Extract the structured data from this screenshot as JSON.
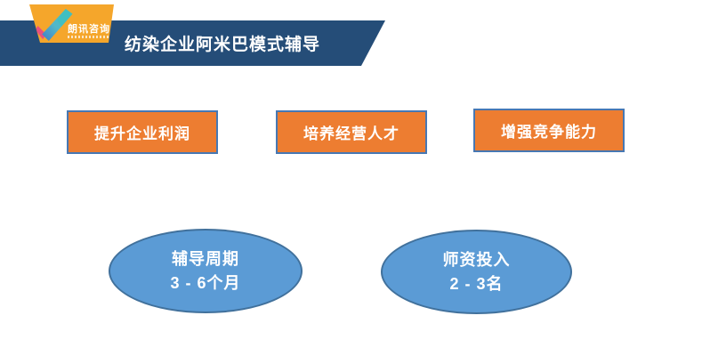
{
  "slide": {
    "logo": {
      "brand": "朗讯咨询"
    },
    "title": "纺染企业阿米巴模式辅导",
    "benefit_boxes": [
      {
        "label": "提升企业利润"
      },
      {
        "label": "培养经营人才"
      },
      {
        "label": "增强竞争能力"
      }
    ],
    "info_ellipses": [
      {
        "line1": "辅导周期",
        "line2": "3 - 6个月"
      },
      {
        "line1": "师资投入",
        "line2": "2 - 3名"
      }
    ],
    "colors": {
      "banner_blue": "#254D78",
      "box_orange": "#ED7D31",
      "box_border_blue": "#4778B3",
      "ellipse_fill_blue": "#5B9BD5",
      "ellipse_border_blue": "#41719C",
      "logo_plate_orange": "#F5A62B",
      "logo_pink": "#E8527E",
      "logo_teal": "#3FC0C0",
      "logo_blue": "#3E7CC7"
    }
  }
}
